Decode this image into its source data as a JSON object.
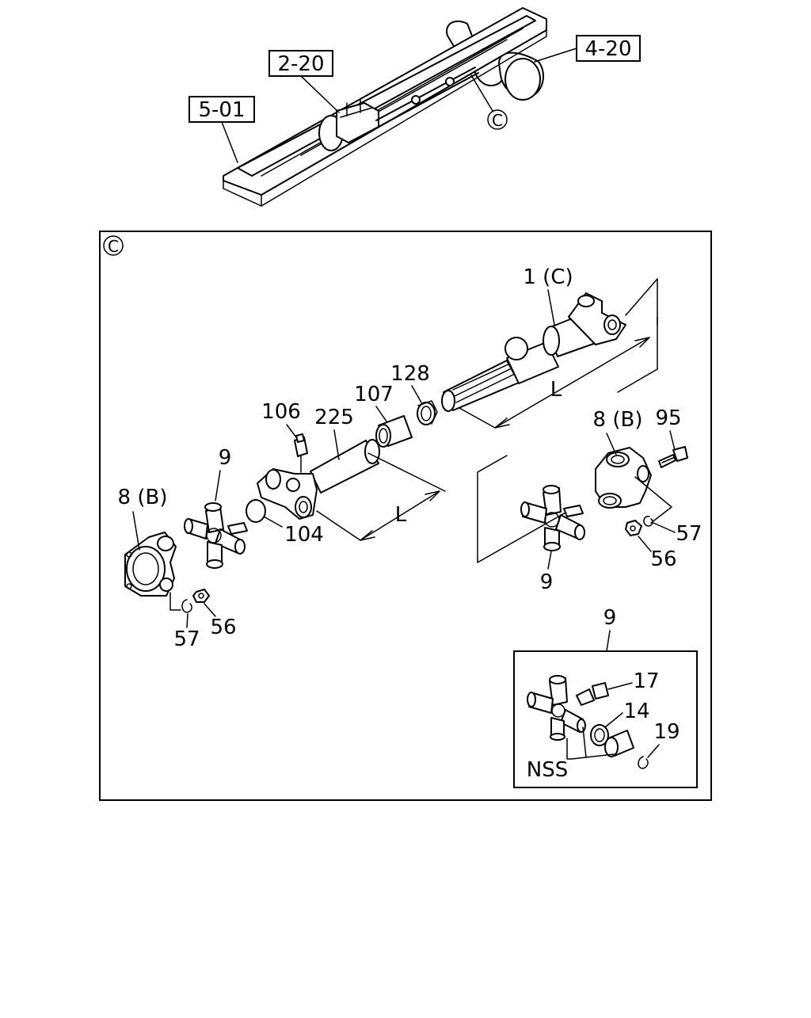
{
  "overview": {
    "refs": {
      "frame": "5-01",
      "transmission": "2-20",
      "axle": "4-20"
    },
    "detail_marker": "C"
  },
  "detail": {
    "marker": "C",
    "callouts": {
      "shaft": "1 (C)",
      "seal_128": "128",
      "bush_107": "107",
      "tube_225": "225",
      "nipple_106": "106",
      "plug_104": "104",
      "length_upper": "L",
      "length_lower": "L",
      "yoke_left": "8 (B)",
      "joint_left": "9",
      "washer_left": "57",
      "nut_left": "56",
      "yoke_right": "8 (B)",
      "bolt_95": "95",
      "washer_right": "57",
      "nut_right": "56",
      "joint_right": "9"
    },
    "inset": {
      "title": "9",
      "nipple": "17",
      "seal": "14",
      "snap_ring": "19",
      "not_serviced": "NSS"
    }
  }
}
